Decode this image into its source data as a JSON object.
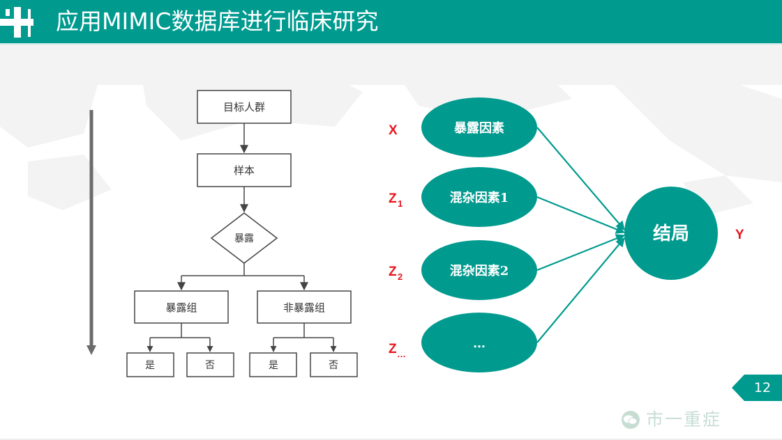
{
  "header": {
    "title": "应用MIMIC数据库进行临床研究"
  },
  "flowchart": {
    "target_population": "目标人群",
    "sample": "样本",
    "exposure": "暴露",
    "exposed_group": "暴露组",
    "unexposed_group": "非暴露组",
    "outcomes": [
      "是",
      "否",
      "是",
      "否"
    ]
  },
  "causal_model": {
    "nodes": [
      "暴露因素",
      "混杂因素1",
      "混杂因素2",
      "…"
    ],
    "outcome": "结局",
    "variables": {
      "x": "X",
      "z1_main": "Z",
      "z1_sub": "1",
      "z2_main": "Z",
      "z2_sub": "2",
      "zn_main": "Z",
      "zn_sub": "…",
      "y": "Y"
    }
  },
  "colors": {
    "teal": "#009a8f",
    "variable_red": "#e8141c",
    "flow_line": "#333333"
  },
  "footer": {
    "page_number": "12",
    "watermark": "市一重症",
    "watermark_icon": "wechat-icon"
  }
}
